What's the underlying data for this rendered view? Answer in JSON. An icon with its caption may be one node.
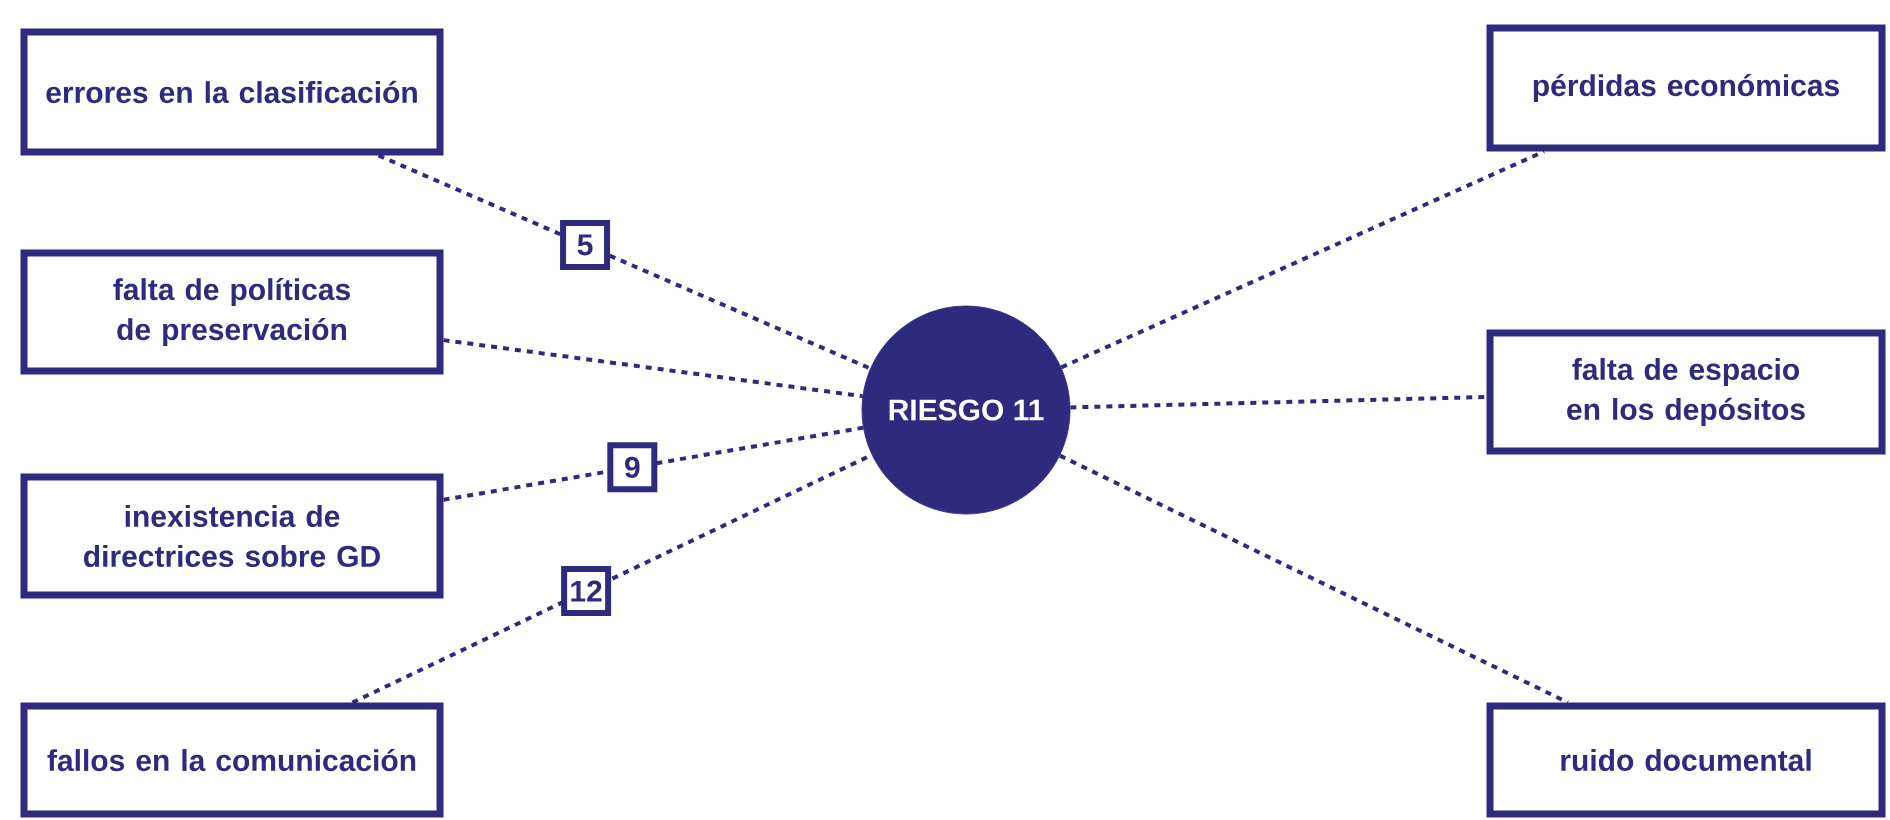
{
  "diagram": {
    "nodes": [
      {
        "text": [
          "errores en la clasificación"
        ]
      },
      {
        "text": [
          "falta de políticas de preservación"
        ]
      },
      {
        "text": [
          "inexistencia de directrices sobre GD"
        ]
      },
      {
        "text": [
          "fallos en la comunicación"
        ]
      },
      {
        "text": [
          "RIESGO 11"
        ]
      },
      {
        "text": [
          "pérdidas económicas"
        ]
      },
      {
        "text": [
          "falta de espacio en los depósitos"
        ]
      },
      {
        "text": [
          "ruido documental"
        ]
      }
    ],
    "edges": [
      {
        "from": 0,
        "to": 4,
        "arrow": "none",
        "label": "5"
      },
      {
        "from": 1,
        "to": 4,
        "arrow": "none"
      },
      {
        "from": 2,
        "to": 4,
        "arrow": "none",
        "label": "9"
      },
      {
        "from": 3,
        "to": 4,
        "arrow": "none",
        "label": "12"
      },
      {
        "from": 4,
        "to": 5,
        "arrow": "none"
      },
      {
        "from": 4,
        "to": 6,
        "arrow": "none"
      },
      {
        "from": 4,
        "to": 7,
        "arrow": "none"
      }
    ]
  }
}
